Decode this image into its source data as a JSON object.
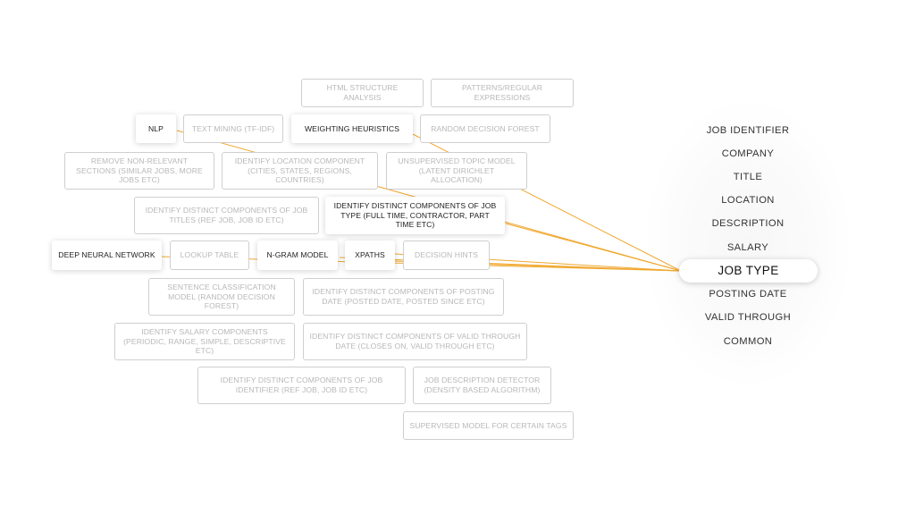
{
  "methods": {
    "html_structure_analysis": "HTML STRUCTURE ANALYSIS",
    "patterns_regex": "PATTERNS/REGULAR EXPRESSIONS",
    "nlp": "NLP",
    "text_mining": "TEXT MINING (TF-IDF)",
    "weighting_heuristics": "WEIGHTING HEURISTICS",
    "random_decision_forest": "RANDOM DECISION FOREST",
    "remove_non_relevant": "REMOVE NON-RELEVANT SECTIONS (SIMILAR JOBS, MORE JOBS ETC)",
    "identify_location": "IDENTIFY LOCATION COMPONENT (CITIES, STATES, REGIONS, COUNTRIES)",
    "unsupervised_topic": "UNSUPERVISED TOPIC MODEL (LATENT DIRICHLET ALLOCATION)",
    "job_titles_components": "IDENTIFY DISTINCT COMPONENTS OF JOB TITLES (REF JOB, JOB ID ETC)",
    "job_type_components": "IDENTIFY DISTINCT COMPONENTS OF JOB TYPE (FULL TIME, CONTRACTOR, PART TIME ETC)",
    "deep_neural_network": "DEEP NEURAL NETWORK",
    "lookup_table": "LOOKUP TABLE",
    "ngram_model": "N-GRAM MODEL",
    "xpaths": "XPATHS",
    "decision_hints": "DECISION HINTS",
    "sentence_classification": "SENTENCE CLASSIFICATION MODEL (RANDOM DECISION FOREST)",
    "posting_date_components": "IDENTIFY DISTINCT COMPONENTS OF POSTING DATE (POSTED DATE, POSTED SINCE ETC)",
    "salary_components": "IDENTIFY SALARY COMPONENTS (PERIODIC, RANGE, SIMPLE, DESCRIPTIVE ETC)",
    "valid_through_components": "IDENTIFY DISTINCT COMPONENTS OF VALID THROUGH DATE (CLOSES ON, VALID THROUGH ETC)",
    "job_identifier_components": "IDENTIFY DISTINCT COMPONENTS OF JOB IDENTIFIER (REF JOB, JOB ID ETC)",
    "job_description_detector": "JOB DESCRIPTION DETECTOR (DENSITY BASED ALGORITHM)",
    "supervised_model": "SUPERVISED MODEL FOR CERTAIN TAGS"
  },
  "active_methods": [
    "nlp",
    "weighting_heuristics",
    "job_type_components",
    "deep_neural_network",
    "ngram_model",
    "xpaths"
  ],
  "categories": [
    "JOB IDENTIFIER",
    "COMPANY",
    "TITLE",
    "LOCATION",
    "DESCRIPTION",
    "SALARY",
    "JOB TYPE",
    "POSTING DATE",
    "VALID THROUGH",
    "COMMON"
  ],
  "selected_category": "JOB TYPE",
  "colors": {
    "link": "#f0a830",
    "active_text": "#1e1e1e",
    "inactive_text": "#b8b8b8",
    "inactive_border": "#cfcfcf"
  }
}
